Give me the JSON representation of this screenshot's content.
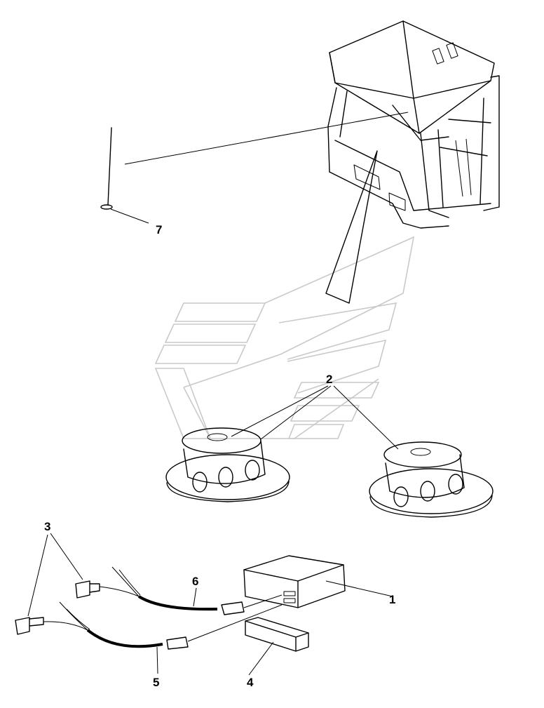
{
  "callouts": {
    "radio_unit": "1",
    "speakers": "2",
    "connectors": "3",
    "mounting_bracket": "4",
    "harness_lower": "5",
    "harness_upper": "6",
    "antenna": "7"
  },
  "colors": {
    "line": "#000000",
    "watermark": "#c9c9c9",
    "background": "#ffffff"
  }
}
